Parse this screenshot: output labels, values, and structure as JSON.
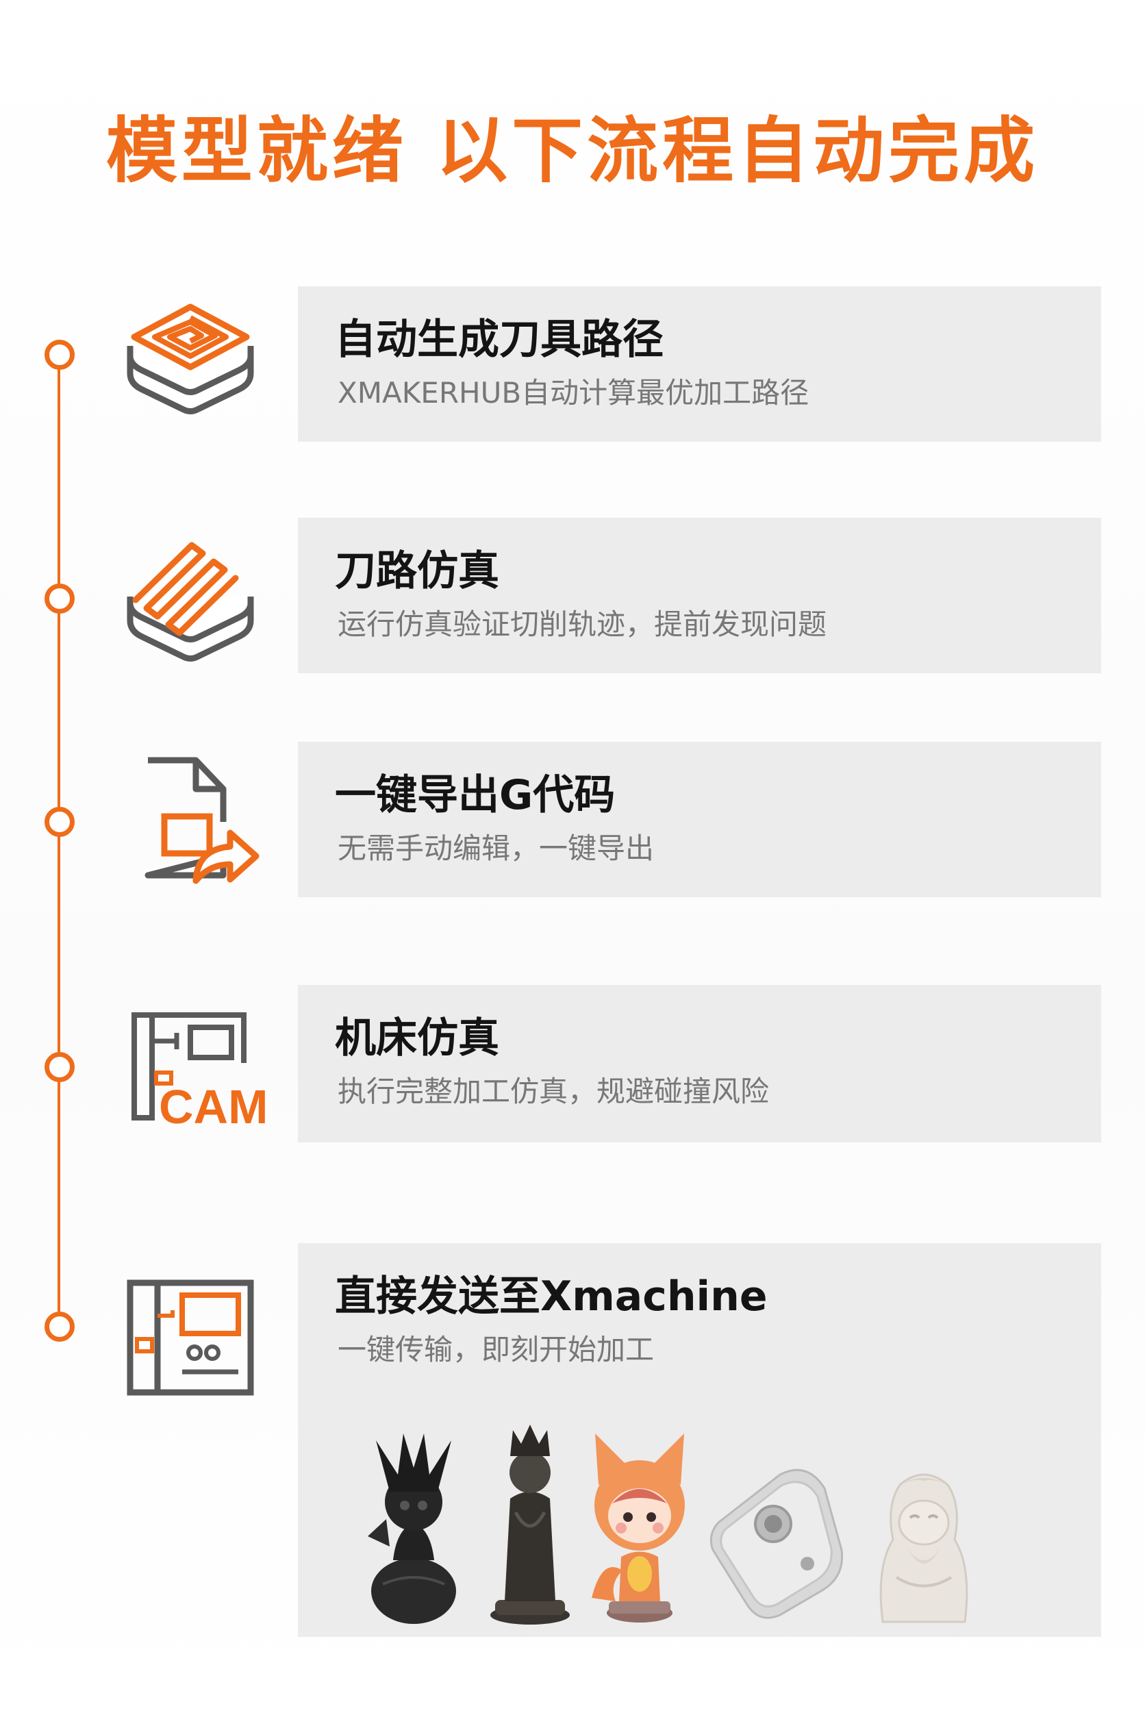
{
  "header": {
    "title": "模型就绪 以下流程自动完成"
  },
  "steps": [
    {
      "title": "自动生成刀具路径",
      "desc": "XMAKERHUB自动计算最优加工路径",
      "icon": "spiral-toolpath-icon"
    },
    {
      "title": "刀路仿真",
      "desc": "运行仿真验证切削轨迹，提前发现问题",
      "icon": "zigzag-toolpath-icon"
    },
    {
      "title": "一键导出G代码",
      "desc": "无需手动编辑，一键导出",
      "icon": "export-file-icon"
    },
    {
      "title": "机床仿真",
      "desc": "执行完整加工仿真，规避碰撞风险",
      "icon": "cam-machine-icon"
    },
    {
      "title": "直接发送至Xmachine",
      "desc": "一键传输，即刻开始加工",
      "icon": "machine-send-icon"
    }
  ],
  "products": [
    "dragon-figurine",
    "queen-chess-piece",
    "fox-girl-figurine",
    "aluminum-part",
    "buddha-figurine"
  ],
  "colors": {
    "accent": "#ef6c1a",
    "card": "#ececec",
    "title": "#141414",
    "desc": "#777777",
    "icon_gray": "#5a5a5a"
  }
}
